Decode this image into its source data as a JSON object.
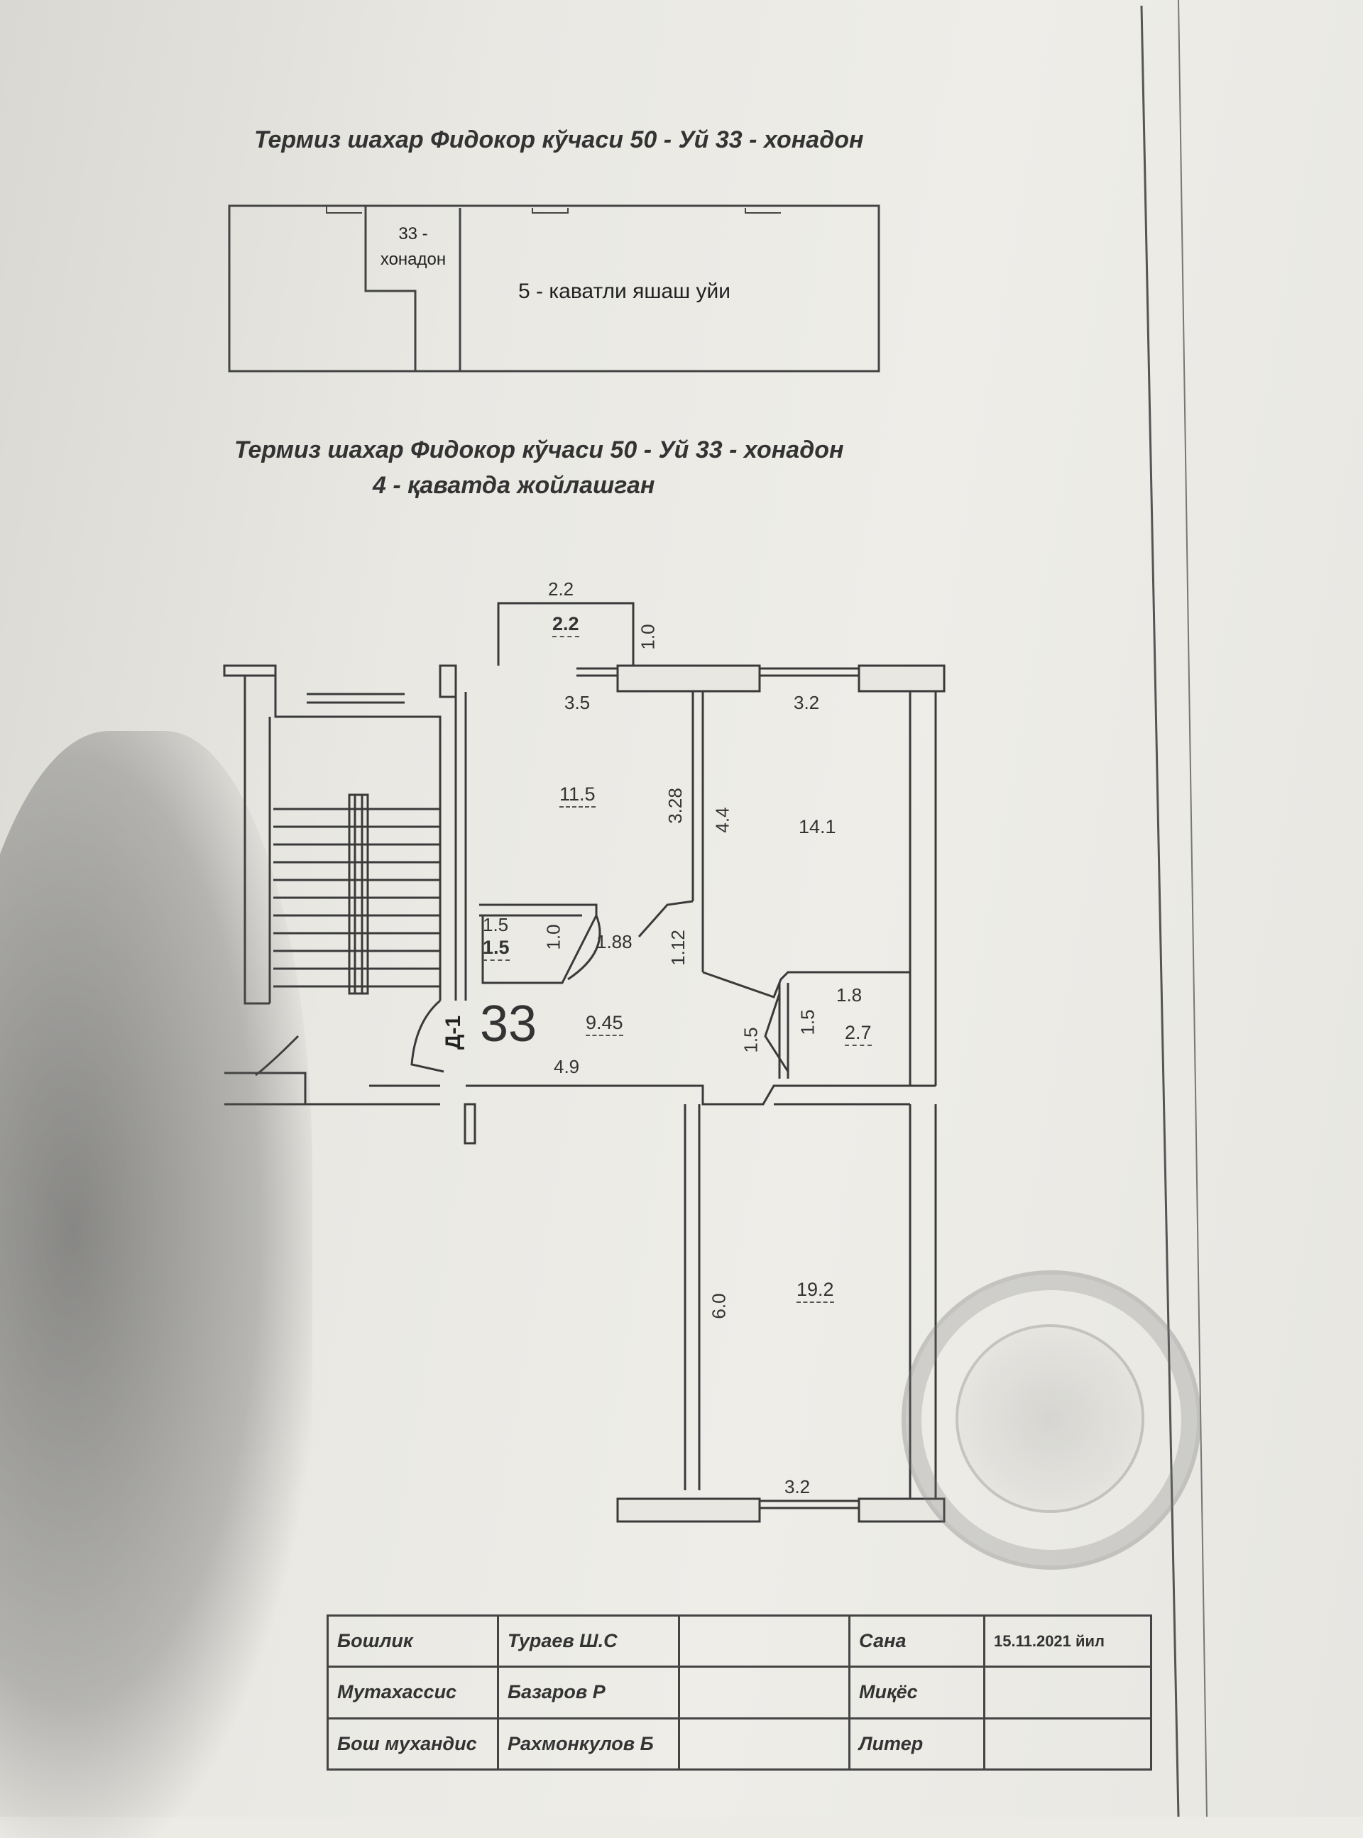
{
  "header": {
    "title_line1": "Термиз шахар Фидокор кўчаси 50 - Уй  33 - хонадон",
    "situation_plan": {
      "apartment_label": "33 - хонадон",
      "building_label": "5 - каватли яшаш уйи"
    },
    "title_line2": "Термиз шахар Фидокор кўчаси 50 - Уй  33 - хонадон",
    "title_line3": "4 - қаватда жойлашган"
  },
  "floor_plan": {
    "apartment_number": "33",
    "door_label": "Д-1",
    "balcony": {
      "width": "2.2",
      "area": "2.2",
      "depth": "1.0"
    },
    "room_1": {
      "width": "3.5",
      "area": "11.5",
      "length": "3.28"
    },
    "room_2": {
      "width": "3.2",
      "area": "14.1",
      "length": "4.4"
    },
    "storage": {
      "width": "1.5",
      "area": "1.5",
      "length": "1.0"
    },
    "hall": {
      "width": "1.88",
      "area": "9.45",
      "length": "4.9",
      "side": "1.12"
    },
    "bathroom": {
      "width": "1.8",
      "area": "2.7",
      "length": "1.5",
      "door_side": "1.5"
    },
    "room_3": {
      "width": "3.2",
      "area": "19.2",
      "length": "6.0"
    }
  },
  "signatures": {
    "row1": {
      "role": "Бошлик",
      "name": "Тураев Ш.С",
      "field": "Сана",
      "value": "15.11.2021 йил"
    },
    "row2": {
      "role": "Мутахассис",
      "name": "Базаров Р",
      "field": "Миқёс",
      "value": ""
    },
    "row3": {
      "role": "Бош мухандис",
      "name": "Рахмонкулов Б",
      "field": "Литер",
      "value": ""
    }
  }
}
